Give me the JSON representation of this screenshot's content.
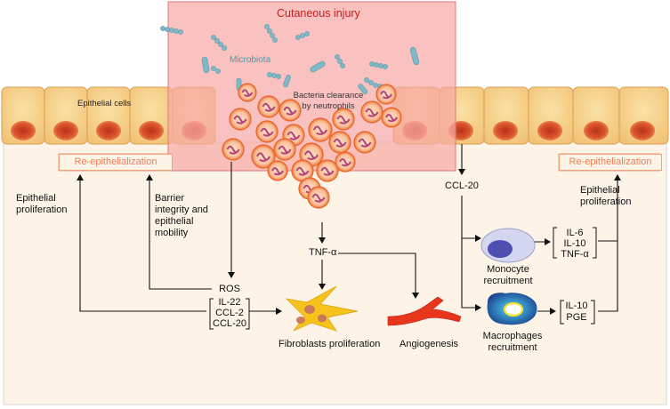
{
  "title": "Cutaneous injury",
  "microbiota": "Microbiota",
  "bacteria_clearance": [
    "Bacteria clearance",
    "by neutrophils"
  ],
  "epithelial_cells": "Epithelial cells",
  "re_epithelialization_left": "Re-epithelialization",
  "re_epithelialization_right": "Re-epithelialization",
  "epithelial_proliferation_left": [
    "Epithelial",
    "proliferation"
  ],
  "barrier": [
    "Barrier",
    "integrity and",
    "epithelial",
    "mobility"
  ],
  "mediators_left": [
    "ROS",
    "IL-22",
    "CCL-2",
    "CCL-20"
  ],
  "tnf": "TNF-α",
  "fibroblasts": "Fibroblasts proliferation",
  "angiogenesis": "Angiogenesis",
  "ccl20": "CCL-20",
  "monocyte": [
    "Monocyte",
    "recruitment"
  ],
  "macrophages": [
    "Macrophages",
    "recruitment"
  ],
  "cytokines_monocyte": [
    "IL-6",
    "IL-10",
    "TNF-α"
  ],
  "cytokines_macrophage": [
    "IL-10",
    "PGE"
  ],
  "epithelial_proliferation_right": [
    "Epithelial",
    "proliferation"
  ],
  "colors": {
    "tissue": "#fdf3e6",
    "cell_fill": "#f5cf85",
    "nucleus": "#d94f2c",
    "injury": "#f7b0ad",
    "injury_title": "#c81e1e",
    "neutrophil": "#f47a4a",
    "arrow": "#111111",
    "re_epi": "#e8805a"
  }
}
